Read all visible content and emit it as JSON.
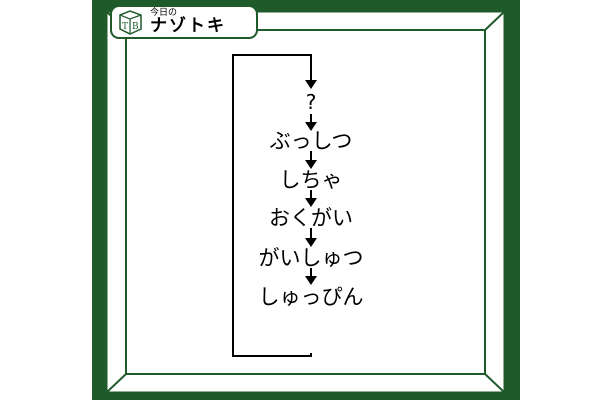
{
  "header": {
    "subtitle": "今日の",
    "title": "ナゾトキ",
    "logo_letters": "TB"
  },
  "puzzle": {
    "items": [
      "?",
      "ぶっしつ",
      "しちゃ",
      "おくがい",
      "がいしゅつ",
      "しゅっぴん"
    ]
  },
  "colors": {
    "frame_green": "#1f5a2b",
    "text": "#000000",
    "background": "#ffffff"
  }
}
